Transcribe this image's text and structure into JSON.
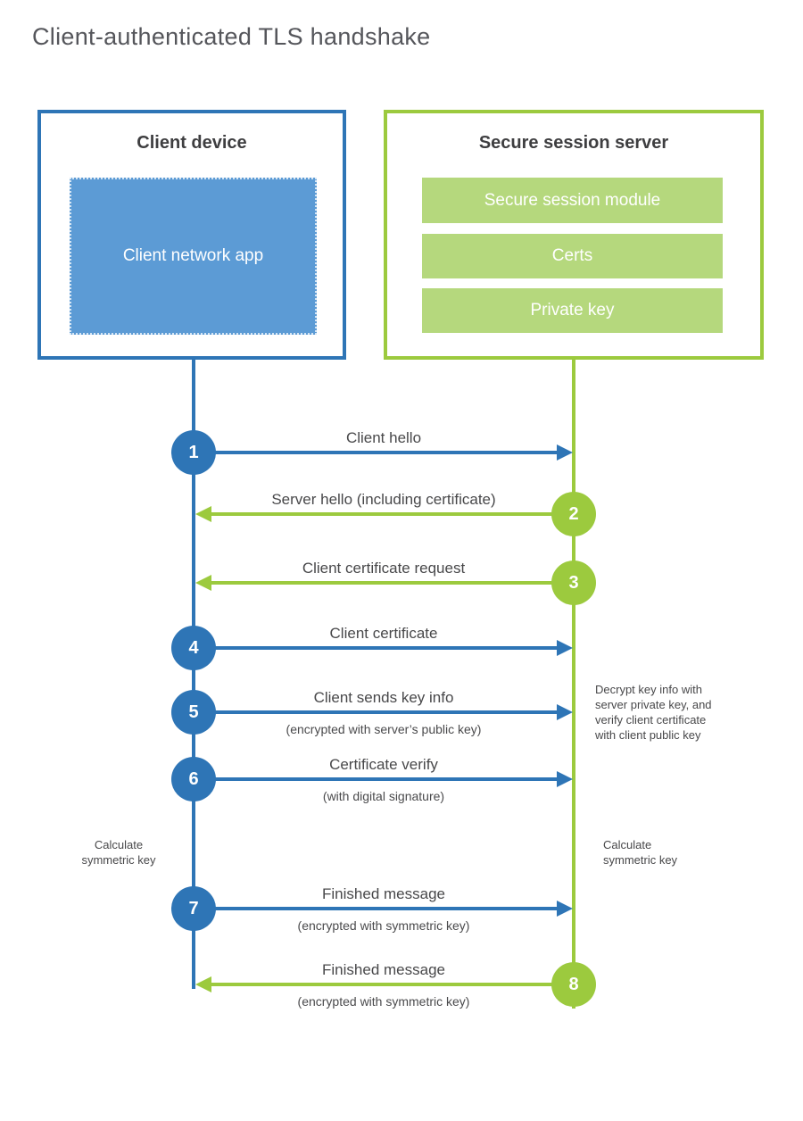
{
  "title": "Client-authenticated TLS handshake",
  "client": {
    "heading": "Client device",
    "app_label": "Client network app"
  },
  "server": {
    "heading": "Secure session server",
    "modules": [
      "Secure session module",
      "Certs",
      "Private key"
    ]
  },
  "steps": [
    {
      "num": "1",
      "label": "Client hello",
      "from": "client",
      "to": "server"
    },
    {
      "num": "2",
      "label": "Server hello (including certificate)",
      "from": "server",
      "to": "client"
    },
    {
      "num": "3",
      "label": "Client certificate request",
      "from": "server",
      "to": "client"
    },
    {
      "num": "4",
      "label": "Client certificate",
      "from": "client",
      "to": "server"
    },
    {
      "num": "5",
      "label": "Client sends key info",
      "sublabel": "(encrypted with server’s public key)",
      "from": "client",
      "to": "server"
    },
    {
      "num": "6",
      "label": "Certificate verify",
      "sublabel": "(with digital signature)",
      "from": "client",
      "to": "server"
    },
    {
      "num": "7",
      "label": "Finished message",
      "sublabel": "(encrypted with symmetric key)",
      "from": "client",
      "to": "server"
    },
    {
      "num": "8",
      "label": "Finished message",
      "sublabel": "(encrypted with symmetric key)",
      "from": "server",
      "to": "client"
    }
  ],
  "annotations": {
    "decrypt_note_lines": [
      "Decrypt key info with",
      "server private key, and",
      "verify client certificate",
      "with client public key"
    ],
    "calc_left_lines": [
      "Calculate",
      "symmetric key"
    ],
    "calc_right_lines": [
      "Calculate",
      "symmetric key"
    ]
  },
  "colors": {
    "client_primary": "#2e75b6",
    "client_fill": "#5c9bd5",
    "server_primary": "#9cca3e",
    "server_fill": "#b5d87d"
  }
}
